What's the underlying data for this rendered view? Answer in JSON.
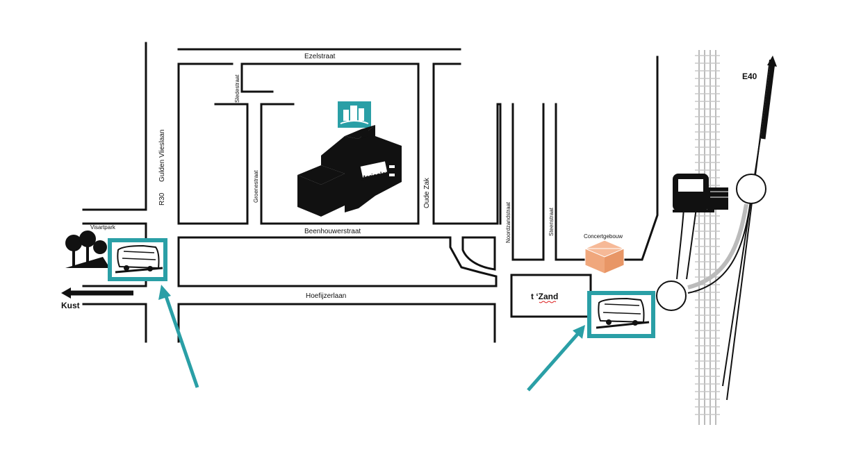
{
  "streets": {
    "ezelstraat": "Ezelstraat",
    "sledestraat": "Sledestraat",
    "gulden_vlieslaan": "Gulden Vlieslaan",
    "r30": "R30",
    "groenestraat": "Groenestraat",
    "oude_zak": "Oude Zak",
    "noordzandstraat": "Noordzandstraat",
    "steenstraat": "Steenstraat",
    "beenhouwerstraat": "Beenhouwerstraat",
    "hoefijzerlaan": "Hoefijzerlaan"
  },
  "places": {
    "visartpark": "Visartpark",
    "concertgebouw": "Concertgebouw",
    "t_zand": "t ‘Zand",
    "maricolen": "Maricolen"
  },
  "directions": {
    "kust": "Kust",
    "e40": "E40"
  },
  "colors": {
    "accent": "#2a9fa6",
    "concertgebouw": "#f0a77c",
    "road": "#111111",
    "rail": "#bbbbbb"
  },
  "icons": [
    "bus-icon",
    "train-icon",
    "park-trees-icon",
    "school-building-icon",
    "concertgebouw-cube-icon",
    "maricolen-logo-icon"
  ]
}
